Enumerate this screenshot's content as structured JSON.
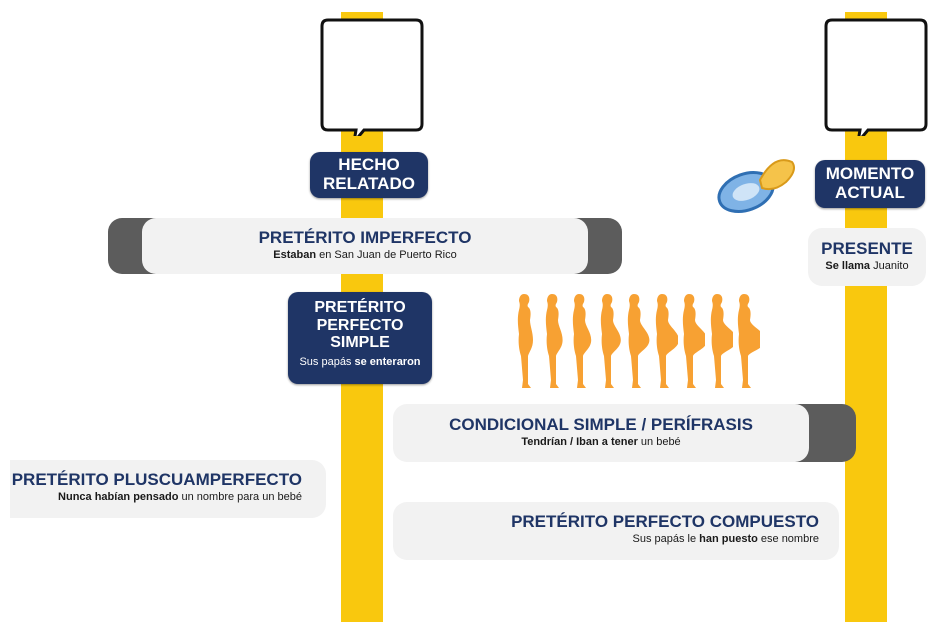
{
  "hecho_relatado": {
    "line1": "HECHO",
    "line2": "RELATADO"
  },
  "momento_actual": {
    "line1": "MOMENTO",
    "line2": "ACTUAL"
  },
  "imperfecto": {
    "title": "PRETÉRITO IMPERFECTO",
    "ex_bold": "Estaban",
    "ex_rest": " en San Juan de Puerto Rico"
  },
  "presente": {
    "title": "PRESENTE",
    "ex_bold": "Se llama",
    "ex_rest": " Juanito"
  },
  "perfecto_simple": {
    "line1": "PRETÉRITO",
    "line2": "PERFECTO",
    "line3": "SIMPLE",
    "ex_pre": "Sus papás ",
    "ex_bold": "se enteraron"
  },
  "condicional": {
    "title": "CONDICIONAL SIMPLE / PERÍFRASIS",
    "ex_bold": "Tendrían / Iban a tener",
    "ex_rest": " un bebé"
  },
  "pluscuamperfecto": {
    "title": "PRETÉRITO PLUSCUAMPERFECTO",
    "ex_bold": "Nunca habían pensado",
    "ex_rest": " un nombre para un bebé"
  },
  "perfecto_compuesto": {
    "title": "PRETÉRITO PERFECTO COMPUESTO",
    "ex_pre": "Sus  papás le ",
    "ex_bold": "han puesto",
    "ex_rest": " ese nombre"
  },
  "colors": {
    "navy": "#1f3566",
    "yellow": "#f9c80e",
    "orange": "#f7a133",
    "gray": "#5c5c5c"
  },
  "icons": [
    "speech-bubble-icon",
    "pacifier-icon",
    "pregnancy-figure-icon"
  ]
}
